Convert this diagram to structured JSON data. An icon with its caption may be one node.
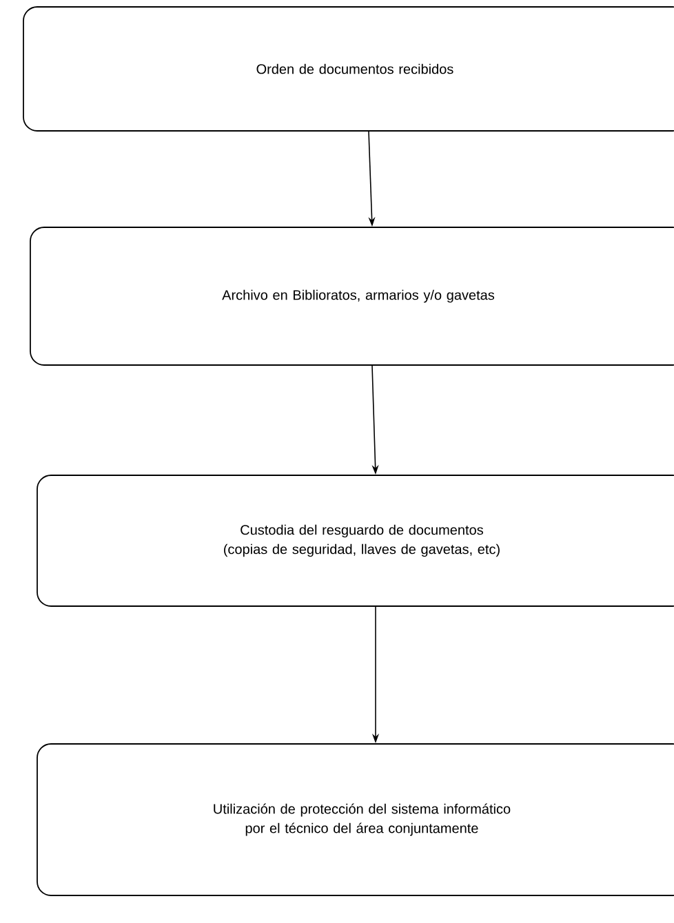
{
  "diagram": {
    "nodes": [
      {
        "text": [
          "Orden de documentos recibidos"
        ]
      },
      {
        "text": [
          "Archivo en Biblioratos, armarios y/o gavetas"
        ]
      },
      {
        "text": [
          "Custodia del resguardo de documentos (copias de seguridad, llaves de gavetas, etc)"
        ]
      },
      {
        "text": [
          "Utilización de protección del sistema informático por el técnico del área conjuntamente"
        ]
      }
    ],
    "edges": [
      {
        "from": 0,
        "to": 1,
        "arrow": "to"
      },
      {
        "from": 1,
        "to": 2,
        "arrow": "to"
      },
      {
        "from": 2,
        "to": 3,
        "arrow": "to"
      }
    ]
  }
}
